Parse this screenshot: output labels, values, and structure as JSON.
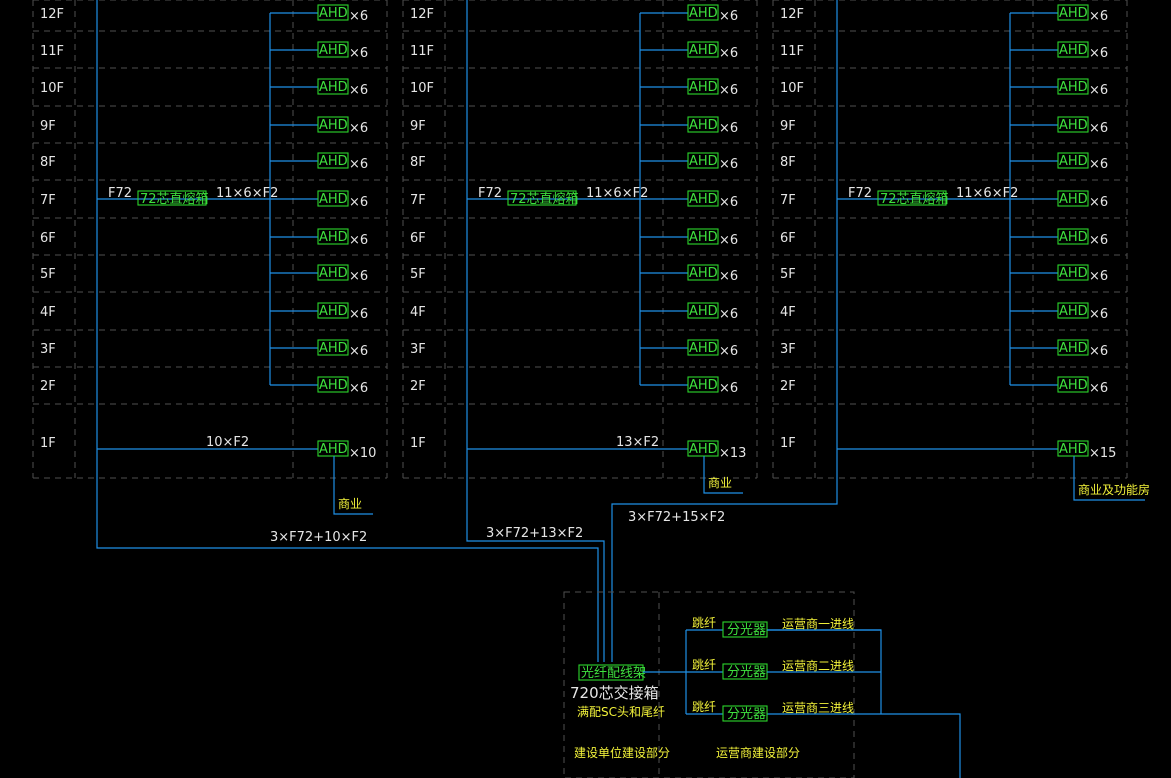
{
  "floors": [
    "12F",
    "11F",
    "10F",
    "9F",
    "8F",
    "7F",
    "6F",
    "5F",
    "4F",
    "3F",
    "2F",
    "1F"
  ],
  "box_label": "AHD",
  "buildings": [
    {
      "riser_cable": "F72",
      "riser_box": "72芯直熔箱",
      "branch_cable": "11×6×F2",
      "floor_box_count": "×6",
      "ground_cable": "10×F2",
      "ground_box_count": "×10",
      "ground_usage": "商业",
      "feeder": "3×F72+10×F2"
    },
    {
      "riser_cable": "F72",
      "riser_box": "72芯直熔箱",
      "branch_cable": "11×6×F2",
      "floor_box_count": "×6",
      "ground_cable": "13×F2",
      "ground_box_count": "×13",
      "ground_usage": "商业",
      "feeder": "3×F72+13×F2"
    },
    {
      "riser_cable": "F72",
      "riser_box": "72芯直熔箱",
      "branch_cable": "11×6×F2",
      "floor_box_count": "×6",
      "ground_cable": "",
      "ground_box_count": "×15",
      "ground_usage": "商业及功能房",
      "feeder": "3×F72+15×F2"
    }
  ],
  "cabinet": {
    "odf": "光纤配线架",
    "name": "720芯交接箱",
    "note": "满配SC头和尾纤",
    "left_part": "建设单位建设部分",
    "right_part": "运营商建设部分",
    "jumper": "跳纤",
    "splitter": "分光器",
    "operators": [
      "运营商一进线",
      "运营商二进线",
      "运营商三进线"
    ]
  },
  "colors": {
    "background": "#000000",
    "wire": "#1f8fe6",
    "device": "#2bd62b",
    "label": "#f2f23a",
    "grid": "#4f4f4f"
  }
}
